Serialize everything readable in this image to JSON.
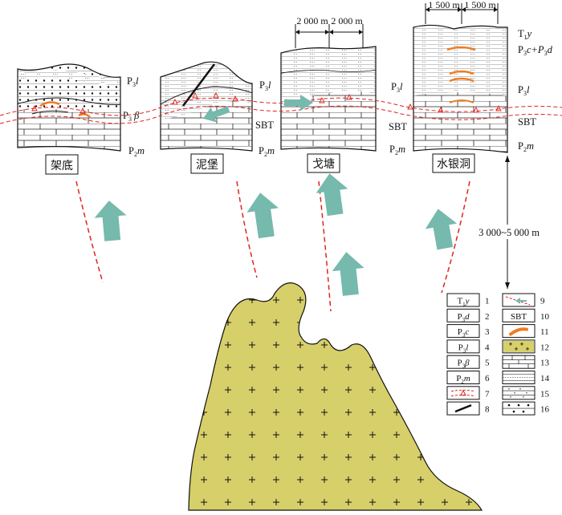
{
  "sections": [
    {
      "name": "架底",
      "layer_labels": [
        {
          "main": "P",
          "sub": "3",
          "suffix": "l"
        },
        {
          "main": "P",
          "sub": "3",
          "suffix": " β"
        },
        {
          "main": "P",
          "sub": "2",
          "suffix": "m"
        }
      ]
    },
    {
      "name": "泥堡",
      "layer_labels": [
        {
          "main": "P",
          "sub": "3",
          "suffix": "l"
        },
        {
          "main": "SBT",
          "sub": "",
          "suffix": ""
        },
        {
          "main": "P",
          "sub": "2",
          "suffix": "m"
        }
      ]
    },
    {
      "name": "戈塘",
      "scale_labels": [
        "2 000 m",
        "2 000 m"
      ],
      "layer_labels": [
        {
          "main": "P",
          "sub": "3",
          "suffix": "l"
        },
        {
          "main": "SBT",
          "sub": "",
          "suffix": ""
        },
        {
          "main": "P",
          "sub": "2",
          "suffix": "m"
        }
      ]
    },
    {
      "name": "水银洞",
      "scale_labels": [
        "1 500 m",
        "1 500 m"
      ],
      "layer_labels": [
        {
          "main": "T",
          "sub": "1",
          "suffix": "y"
        },
        {
          "main": "P",
          "sub": "3",
          "suffix": "c+P"
        },
        {
          "main": "P",
          "sub": "3",
          "suffix": "l"
        },
        {
          "main": "SBT",
          "sub": "",
          "suffix": ""
        },
        {
          "main": "P",
          "sub": "2",
          "suffix": "m"
        }
      ]
    }
  ],
  "layer_p3cd_tail": {
    "sub": "3",
    "suffix": "d"
  },
  "depth_label": "3 000~5 000 m",
  "legend": [
    {
      "num": "1",
      "main": "T",
      "sub": "1",
      "suffix": "y"
    },
    {
      "num": "2",
      "main": "P",
      "sub": "3",
      "suffix": "d"
    },
    {
      "num": "3",
      "main": "P",
      "sub": "3",
      "suffix": "c"
    },
    {
      "num": "4",
      "main": "P",
      "sub": "3",
      "suffix": "l"
    },
    {
      "num": "5",
      "main": "P",
      "sub": "3",
      "suffix": "β"
    },
    {
      "num": "6",
      "main": "P",
      "sub": "2",
      "suffix": "m"
    },
    {
      "num": "7",
      "symbol": "sbt-fault-symbol"
    },
    {
      "num": "8",
      "symbol": "fault-line-symbol"
    },
    {
      "num": "9",
      "symbol": "fluid-arrow-symbol"
    },
    {
      "num": "10",
      "main": "SBT",
      "sub": "",
      "suffix": ""
    },
    {
      "num": "11",
      "symbol": "orebody-symbol"
    },
    {
      "num": "12",
      "symbol": "pluton-symbol"
    },
    {
      "num": "13",
      "symbol": "limestone-symbol"
    },
    {
      "num": "14",
      "symbol": "siltstone-symbol"
    },
    {
      "num": "15",
      "symbol": "sandstone-symbol"
    },
    {
      "num": "16",
      "symbol": "tuff-symbol"
    }
  ],
  "colors": {
    "pluton": "#d7cf6a",
    "arrow": "#76b9ad",
    "fault": "#e0231e",
    "orebody": "#ee7d22",
    "line": "#111111"
  }
}
